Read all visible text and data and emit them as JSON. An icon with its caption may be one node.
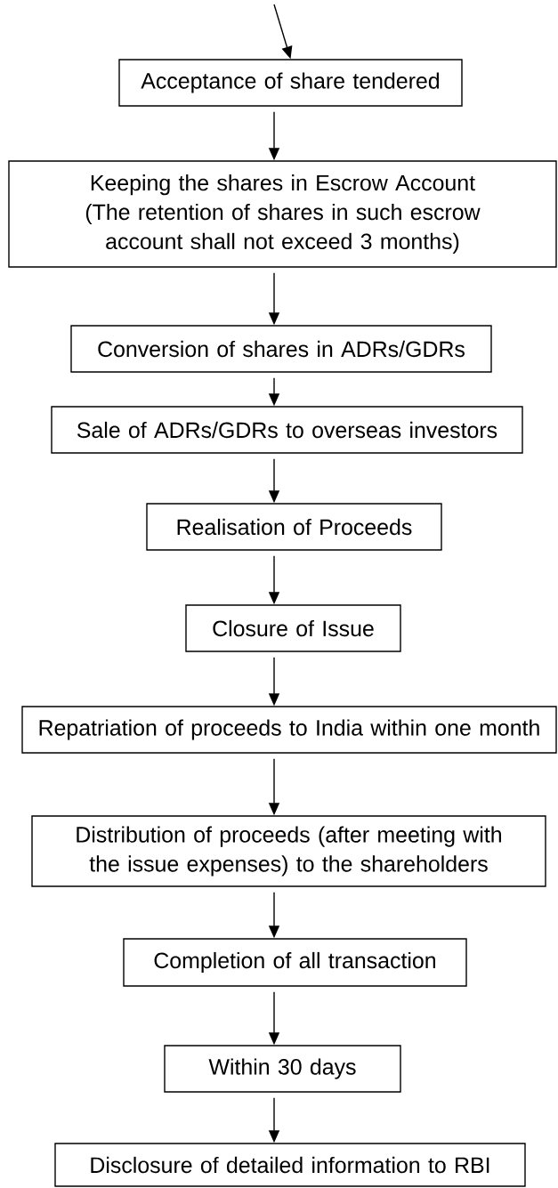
{
  "diagram": {
    "nodes": [
      {
        "text": [
          "Acceptance of share tendered"
        ]
      },
      {
        "text": [
          "Keeping the shares in Escrow Account",
          "(The retention of shares in such escrow account shall not exceed 3 months)"
        ]
      },
      {
        "text": [
          "Conversion of shares in ADRs/GDRs"
        ]
      },
      {
        "text": [
          "Sale of ADRs/GDRs to overseas investors"
        ]
      },
      {
        "text": [
          "Realisation of Proceeds"
        ]
      },
      {
        "text": [
          "Closure of Issue"
        ]
      },
      {
        "text": [
          "Repatriation of proceeds to India within one month"
        ]
      },
      {
        "text": [
          "Distribution of proceeds (after meeting with the issue expenses) to the shareholders"
        ]
      },
      {
        "text": [
          "Completion of all transaction"
        ]
      },
      {
        "text": [
          "Within 30 days"
        ]
      },
      {
        "text": [
          "Disclosure of detailed information to RBI"
        ]
      }
    ],
    "edges": [
      {
        "from": null,
        "to": 0,
        "arrow": "to"
      },
      {
        "from": 0,
        "to": 1,
        "arrow": "to"
      },
      {
        "from": 1,
        "to": 2,
        "arrow": "to"
      },
      {
        "from": 2,
        "to": 3,
        "arrow": "to"
      },
      {
        "from": 3,
        "to": 4,
        "arrow": "to"
      },
      {
        "from": 4,
        "to": 5,
        "arrow": "to"
      },
      {
        "from": 5,
        "to": 6,
        "arrow": "to"
      },
      {
        "from": 6,
        "to": 7,
        "arrow": "to"
      },
      {
        "from": 7,
        "to": 8,
        "arrow": "to"
      },
      {
        "from": 8,
        "to": 9,
        "arrow": "to"
      },
      {
        "from": 9,
        "to": 10,
        "arrow": "to"
      }
    ]
  }
}
